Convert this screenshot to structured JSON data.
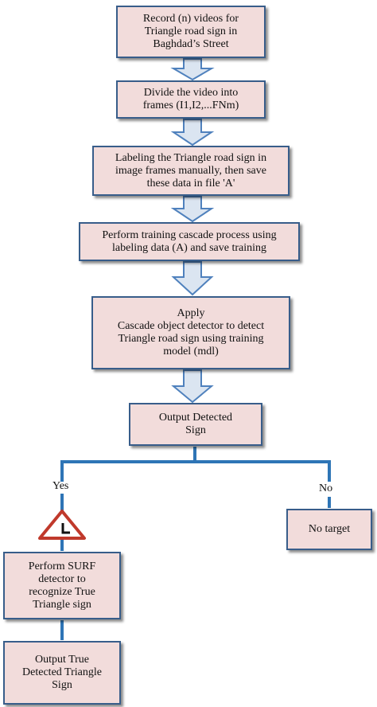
{
  "steps": {
    "record": "Record (n) videos for\nTriangle road sign in\nBaghdad’s Street",
    "divide": "Divide the video into\nframes (I1,I2,...FNm)",
    "label": "Labeling the Triangle road sign in\nimage frames manually, then save\nthese data in file 'A'",
    "train": "Perform training cascade process using\nlabeling data (A) and save training",
    "apply": "Apply\nCascade object detector to detect\nTriangle road sign using training\nmodel (mdl)",
    "output_detected": "Output Detected\nSign",
    "surf": "Perform SURF\ndetector to\nrecognize True\nTriangle sign",
    "output_true": "Output True\nDetected Triangle\nSign",
    "no_target": "No target"
  },
  "branches": {
    "yes": "Yes",
    "no": "No"
  },
  "colors": {
    "box_fill": "#f2dcdb",
    "box_border": "#385d8a",
    "connector": "#2e75b6",
    "arrow_fill": "#dbe5f1",
    "sign_red": "#c0392b"
  },
  "icons": {
    "triangle_sign": "triangle-warning-sign-icon"
  }
}
